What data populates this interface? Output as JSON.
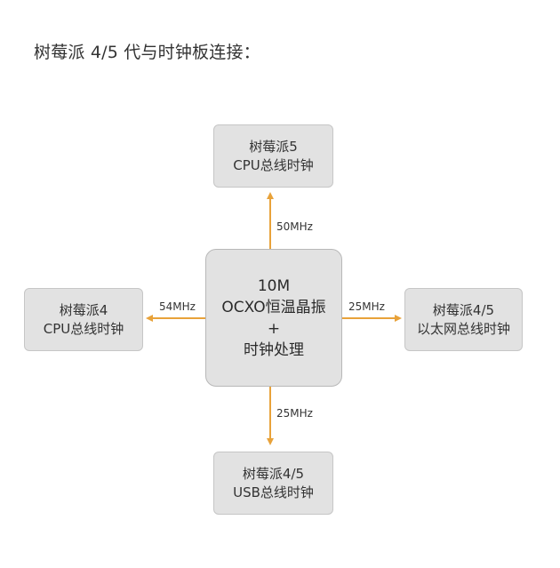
{
  "title": "树莓派 4/5 代与时钟板连接：",
  "center": {
    "line1": "10M",
    "line2": "OCXO恒温晶振",
    "line3": "+",
    "line4": "时钟处理"
  },
  "top": {
    "line1": "树莓派5",
    "line2": "CPU总线时钟"
  },
  "left": {
    "line1": "树莓派4",
    "line2": "CPU总线时钟"
  },
  "right": {
    "line1": "树莓派4/5",
    "line2": "以太网总线时钟"
  },
  "bottom": {
    "line1": "树莓派4/5",
    "line2": "USB总线时钟"
  },
  "frequencies": {
    "top": "50MHz",
    "left": "54MHz",
    "right": "25MHz",
    "bottom": "25MHz"
  },
  "colors": {
    "arrow": "#e8a23a",
    "box_fill": "#e2e2e2",
    "box_border": "#c6c6c6"
  }
}
